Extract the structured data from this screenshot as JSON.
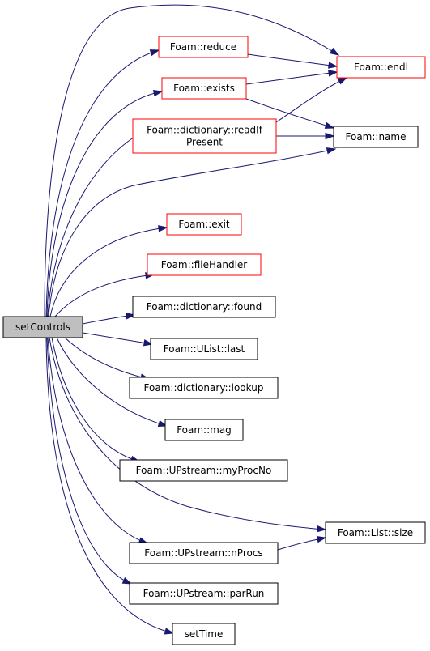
{
  "colors": {
    "edge": "#191970",
    "node_border_default": "#000000",
    "node_border_truncated": "#ff0000",
    "node_fill_default": "#ffffff",
    "node_fill_root": "#bfbfbf"
  },
  "nodes": {
    "setControls": {
      "lines": [
        "setControls"
      ],
      "kind": "root"
    },
    "reduce": {
      "lines": [
        "Foam::reduce"
      ],
      "kind": "truncated"
    },
    "exists": {
      "lines": [
        "Foam::exists"
      ],
      "kind": "truncated"
    },
    "readIfPresent": {
      "lines": [
        "Foam::dictionary::readIf",
        "Present"
      ],
      "kind": "truncated"
    },
    "exit": {
      "lines": [
        "Foam::exit"
      ],
      "kind": "truncated"
    },
    "fileHandler": {
      "lines": [
        "Foam::fileHandler"
      ],
      "kind": "truncated"
    },
    "found": {
      "lines": [
        "Foam::dictionary::found"
      ],
      "kind": "default"
    },
    "last": {
      "lines": [
        "Foam::UList::last"
      ],
      "kind": "default"
    },
    "lookup": {
      "lines": [
        "Foam::dictionary::lookup"
      ],
      "kind": "default"
    },
    "mag": {
      "lines": [
        "Foam::mag"
      ],
      "kind": "default"
    },
    "myProcNo": {
      "lines": [
        "Foam::UPstream::myProcNo"
      ],
      "kind": "default"
    },
    "nProcs": {
      "lines": [
        "Foam::UPstream::nProcs"
      ],
      "kind": "default"
    },
    "parRun": {
      "lines": [
        "Foam::UPstream::parRun"
      ],
      "kind": "default"
    },
    "setTime": {
      "lines": [
        "setTime"
      ],
      "kind": "default"
    },
    "endl": {
      "lines": [
        "Foam::endl"
      ],
      "kind": "truncated"
    },
    "name": {
      "lines": [
        "Foam::name"
      ],
      "kind": "default"
    },
    "size": {
      "lines": [
        "Foam::List::size"
      ],
      "kind": "default"
    }
  },
  "edges": [
    [
      "setControls",
      "endl"
    ],
    [
      "setControls",
      "reduce"
    ],
    [
      "setControls",
      "exists"
    ],
    [
      "setControls",
      "readIfPresent"
    ],
    [
      "setControls",
      "name"
    ],
    [
      "setControls",
      "exit"
    ],
    [
      "setControls",
      "fileHandler"
    ],
    [
      "setControls",
      "found"
    ],
    [
      "setControls",
      "last"
    ],
    [
      "setControls",
      "lookup"
    ],
    [
      "setControls",
      "mag"
    ],
    [
      "setControls",
      "myProcNo"
    ],
    [
      "setControls",
      "size"
    ],
    [
      "setControls",
      "nProcs"
    ],
    [
      "setControls",
      "parRun"
    ],
    [
      "setControls",
      "setTime"
    ],
    [
      "reduce",
      "endl"
    ],
    [
      "exists",
      "endl"
    ],
    [
      "exists",
      "name"
    ],
    [
      "readIfPresent",
      "endl"
    ],
    [
      "readIfPresent",
      "name"
    ],
    [
      "nProcs",
      "size"
    ]
  ]
}
